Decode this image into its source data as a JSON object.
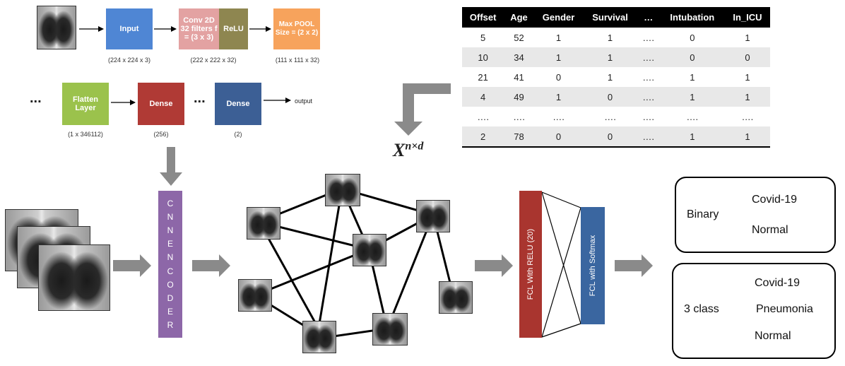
{
  "cnn": {
    "input_label": "Input",
    "conv_label": "Conv 2D 32 filters f = (3 x 3)",
    "relu_label": "ReLU",
    "maxpool_label": "Max POOL Size = (2 x 2)",
    "dim_input": "(224 x 224 x 3)",
    "dim_conv": "(222 x 222 x 32)",
    "dim_pool": "(111 x 111 x 32)",
    "ellipsis": "...",
    "flatten_label": "Flatten Layer",
    "dense1_label": "Dense",
    "dense2_label": "Dense",
    "output_label": "output",
    "dim_flatten": "(1 x 346112)",
    "dim_dense1": "(256)",
    "dim_dense2": "(2)"
  },
  "table": {
    "headers": [
      "Offset",
      "Age",
      "Gender",
      "Survival",
      "…",
      "Intubation",
      "In_ICU"
    ],
    "rows": [
      [
        "5",
        "52",
        "1",
        "1",
        "….",
        "0",
        "1"
      ],
      [
        "10",
        "34",
        "1",
        "1",
        "….",
        "0",
        "0"
      ],
      [
        "21",
        "41",
        "0",
        "1",
        "….",
        "1",
        "1"
      ],
      [
        "4",
        "49",
        "1",
        "0",
        "….",
        "1",
        "1"
      ],
      [
        "….",
        "….",
        "….",
        "….",
        "….",
        "….",
        "…."
      ],
      [
        "2",
        "78",
        "0",
        "0",
        "….",
        "1",
        "1"
      ]
    ],
    "matrix_label": "X",
    "matrix_sup": "n×d"
  },
  "encoder": {
    "letters": [
      "C",
      "N",
      "N",
      "E",
      "N",
      "C",
      "O",
      "D",
      "E",
      "R"
    ]
  },
  "fcl": {
    "relu_label": "FCL With RELU (20)",
    "softmax_label": "FCL with Softmax"
  },
  "outputs": {
    "binary": {
      "label": "Binary",
      "classes": [
        "Covid-19",
        "Normal"
      ]
    },
    "three": {
      "label": "3 class",
      "classes": [
        "Covid-19",
        "Pneumonia",
        "Normal"
      ]
    }
  },
  "colors": {
    "input": "#4f86d4",
    "conv": "#e3a2a2",
    "relu": "#8e8650",
    "maxpool": "#f7a35c",
    "flatten": "#9bc24c",
    "dense1": "#b03a35",
    "dense2": "#3c5f95",
    "encoder": "#8d67a8",
    "fcl_relu": "#a9352f",
    "fcl_softmax": "#3a66a0",
    "arrow_gray": "#8a8a8a"
  }
}
